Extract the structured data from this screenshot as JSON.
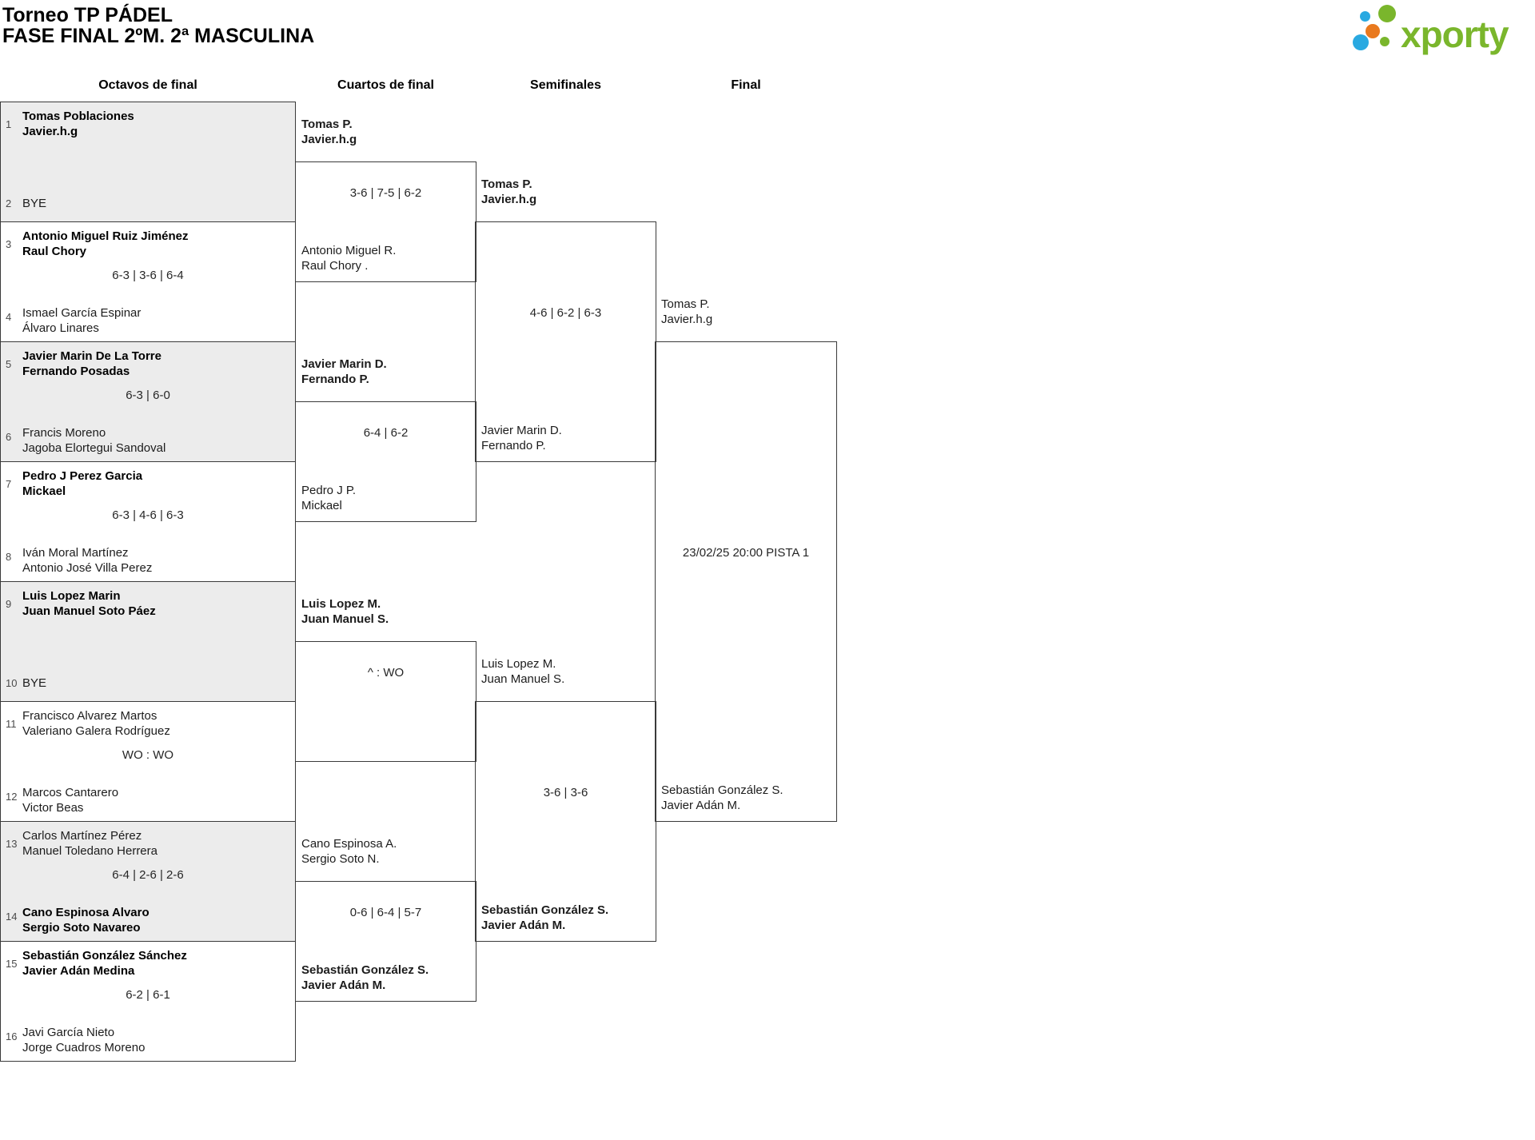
{
  "header": {
    "title": "Torneo TP PÁDEL",
    "subtitle": "FASE FINAL 2ºM. 2ª MASCULINA"
  },
  "logo": {
    "brand": "xporty"
  },
  "colors": {
    "accent_green": "#7ab62c",
    "accent_blue": "#29a9e1",
    "accent_orange": "#e9791e",
    "box_border": "#3a3a3a",
    "bye_row_fill": "#ececec"
  },
  "rounds": [
    "Octavos de final",
    "Cuartos de final",
    "Semifinales",
    "Final"
  ],
  "r16": [
    {
      "seed_top": "1",
      "team_top": [
        "Tomas Poblaciones",
        "Javier.h.g"
      ],
      "score": "",
      "seed_bottom": "2",
      "team_bottom": [
        "BYE"
      ],
      "winner": "top"
    },
    {
      "seed_top": "3",
      "team_top": [
        "Antonio Miguel Ruiz Jiménez",
        "Raul Chory"
      ],
      "score": "6-3 | 3-6 | 6-4",
      "seed_bottom": "4",
      "team_bottom": [
        "Ismael García Espinar",
        "Álvaro Linares"
      ],
      "winner": "top"
    },
    {
      "seed_top": "5",
      "team_top": [
        "Javier Marin De La Torre",
        "Fernando Posadas"
      ],
      "score": "6-3 | 6-0",
      "seed_bottom": "6",
      "team_bottom": [
        "Francis Moreno",
        "Jagoba Elortegui Sandoval"
      ],
      "winner": "top"
    },
    {
      "seed_top": "7",
      "team_top": [
        "Pedro J Perez Garcia",
        "Mickael"
      ],
      "score": "6-3 | 4-6 | 6-3",
      "seed_bottom": "8",
      "team_bottom": [
        "Iván Moral Martínez",
        "Antonio José Villa Perez"
      ],
      "winner": "top"
    },
    {
      "seed_top": "9",
      "team_top": [
        "Luis Lopez Marin",
        "Juan Manuel Soto Páez"
      ],
      "score": "",
      "seed_bottom": "10",
      "team_bottom": [
        "BYE"
      ],
      "winner": "top"
    },
    {
      "seed_top": "11",
      "team_top": [
        "Francisco Alvarez Martos",
        "Valeriano Galera Rodríguez"
      ],
      "score": "WO : WO",
      "seed_bottom": "12",
      "team_bottom": [
        "Marcos Cantarero",
        "Victor Beas"
      ],
      "winner": null
    },
    {
      "seed_top": "13",
      "team_top": [
        "Carlos Martínez Pérez",
        "Manuel Toledano Herrera"
      ],
      "score": "6-4 | 2-6 | 2-6",
      "seed_bottom": "14",
      "team_bottom": [
        "Cano Espinosa Alvaro",
        "Sergio Soto Navareo"
      ],
      "winner": "bottom"
    },
    {
      "seed_top": "15",
      "team_top": [
        "Sebastián González Sánchez",
        "Javier Adán Medina"
      ],
      "score": "6-2 | 6-1",
      "seed_bottom": "16",
      "team_bottom": [
        "Javi García Nieto",
        "Jorge Cuadros Moreno"
      ],
      "winner": "top"
    }
  ],
  "qf": [
    {
      "team_top": [
        "Tomas P.",
        "Javier.h.g"
      ],
      "score": "3-6 | 7-5 | 6-2",
      "team_bottom": [
        "Antonio Miguel R.",
        "Raul Chory ."
      ],
      "winner": "top"
    },
    {
      "team_top": [
        "Javier Marin D.",
        "Fernando P."
      ],
      "score": "6-4 | 6-2",
      "team_bottom": [
        "Pedro J P.",
        "Mickael"
      ],
      "winner": "top"
    },
    {
      "team_top": [
        "Luis Lopez M.",
        "Juan Manuel S."
      ],
      "score": "^ : WO",
      "team_bottom": [],
      "winner": "top"
    },
    {
      "team_top": [
        "Cano Espinosa A.",
        "Sergio Soto N."
      ],
      "score": "0-6 | 6-4 | 5-7",
      "team_bottom": [
        "Sebastián González S.",
        "Javier Adán M."
      ],
      "winner": "bottom"
    }
  ],
  "sf": [
    {
      "team_top": [
        "Tomas P.",
        "Javier.h.g"
      ],
      "score": "4-6 | 6-2 | 6-3",
      "team_bottom": [
        "Javier Marin D.",
        "Fernando P."
      ],
      "winner": "top"
    },
    {
      "team_top": [
        "Luis Lopez M.",
        "Juan Manuel S."
      ],
      "score": "3-6 | 3-6",
      "team_bottom": [
        "Sebastián González S.",
        "Javier Adán M."
      ],
      "winner": "bottom"
    }
  ],
  "final": {
    "team_top": [
      "Tomas P.",
      "Javier.h.g"
    ],
    "schedule": "23/02/25 20:00 PISTA 1",
    "team_bottom": [
      "Sebastián González S.",
      "Javier Adán M."
    ],
    "winner": null
  }
}
